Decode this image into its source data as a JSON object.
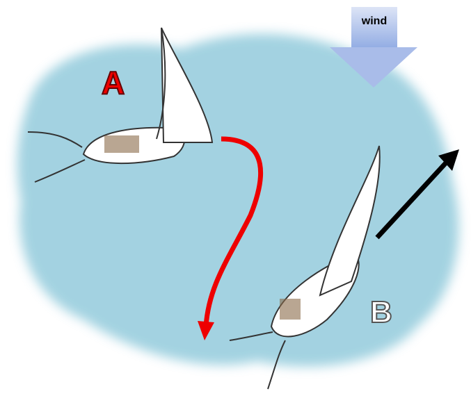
{
  "wind_label": "wind",
  "boat_a_label": "A",
  "boat_b_label": "B",
  "colors": {
    "water": "#8cc8dc",
    "path_arrow": "#ee0000",
    "heading_arrow": "#000000",
    "wind_arrow": "#b4c4ee"
  }
}
